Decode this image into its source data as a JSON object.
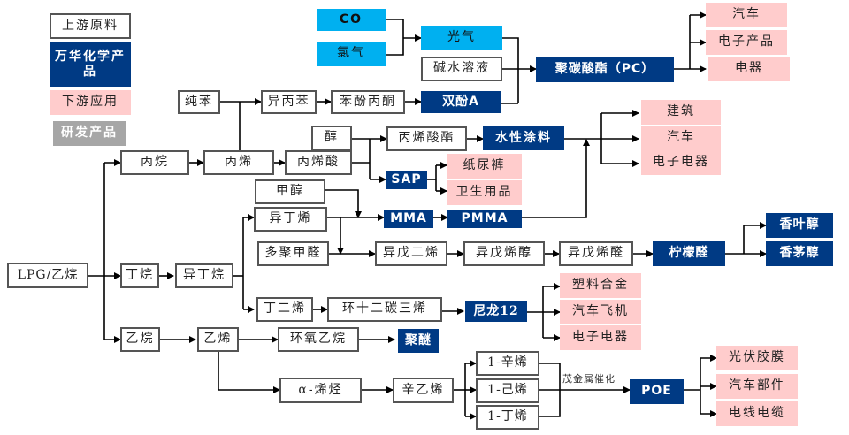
{
  "legend": {
    "upstream": "上游原料",
    "wanhua": "万华化学产品",
    "downstream": "下游应用",
    "rnd": "研发产品"
  },
  "colors": {
    "wanhua_product": "#003A84",
    "downstream_app": "#FFCCCC",
    "rnd_product": "#A6A6A6",
    "gas_input": "#00B0F0",
    "line": "#000000"
  },
  "nodes": {
    "co": "CO",
    "chlorine": "氯气",
    "phosgene": "光气",
    "caustic": "碱水溶液",
    "pc": "聚碳酸酯（PC）",
    "pc_app1": "汽车",
    "pc_app2": "电子产品",
    "pc_app3": "电器",
    "benzene": "纯苯",
    "cumene": "异丙苯",
    "phenol_acetone": "苯酚丙酮",
    "bpa": "双酚A",
    "propane": "丙烷",
    "propylene": "丙烯",
    "acrylic_acid": "丙烯酸",
    "alcohol": "醇",
    "acrylate": "丙烯酸酯",
    "waterborne": "水性涂料",
    "coat_app1": "建筑",
    "coat_app2": "汽车",
    "coat_app3": "电子电器",
    "sap": "SAP",
    "sap_app1": "纸尿裤",
    "sap_app2": "卫生用品",
    "methanol": "甲醇",
    "isobutene": "异丁烯",
    "mma": "MMA",
    "pmma": "PMMA",
    "polyformaldehyde": "多聚甲醛",
    "isoprene": "异戊二烯",
    "isopentenol": "异戊烯醇",
    "isopentenal": "异戊烯醛",
    "citral": "柠檬醛",
    "geraniol": "香叶醇",
    "citronellol": "香茅醇",
    "lpg": "LPG/乙烷",
    "butane": "丁烷",
    "isobutane": "异丁烷",
    "butadiene": "丁二烯",
    "cdt": "环十二碳三烯",
    "pa12": "尼龙12",
    "pa12_app1": "塑料合金",
    "pa12_app2": "汽车飞机",
    "pa12_app3": "电子电器",
    "ethane": "乙烷",
    "ethylene": "乙烯",
    "eo": "环氧乙烷",
    "polyether": "聚醚",
    "alpha_olefin": "α-烯烃",
    "octene_ethylene": "辛乙烯",
    "octene1": "1-辛烯",
    "hexene1": "1-己烯",
    "butene1": "1-丁烯",
    "catalysis": "茂金属催化",
    "poe": "POE",
    "poe_app1": "光伏胶膜",
    "poe_app2": "汽车部件",
    "poe_app3": "电线电缆"
  }
}
